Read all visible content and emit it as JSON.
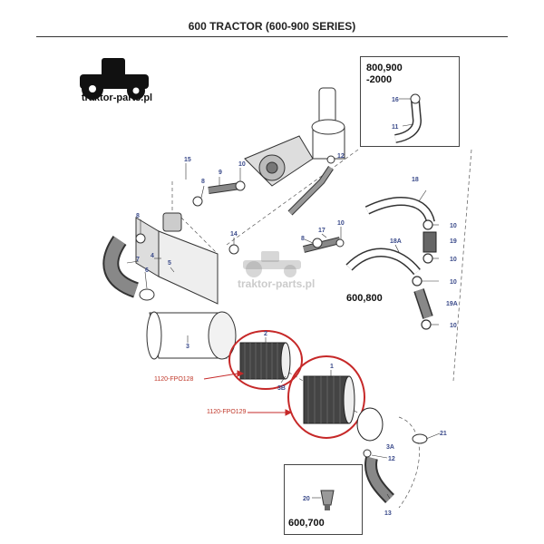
{
  "header": {
    "title": "600 TRACTOR (600-900 SERIES)"
  },
  "logo": {
    "text": "traktor-parts.pl"
  },
  "watermark": {
    "text": "traktor-parts.pl"
  },
  "insets": {
    "top_right_label": "800,900\n-2000",
    "bottom_label": "600,700",
    "right_label": "600,800"
  },
  "callouts": [
    {
      "text": "1120-FPO128"
    },
    {
      "text": "1120-FPO129"
    }
  ],
  "part_numbers": {
    "n1": "1",
    "n2": "2",
    "n3": "3",
    "n3A": "3A",
    "n3B": "3B",
    "n4": "4",
    "n5": "5",
    "n6": "6",
    "n7": "7",
    "n8a": "8",
    "n8b": "8",
    "n8c": "8",
    "n9": "9",
    "n10a": "10",
    "n10b": "10",
    "n10c": "10",
    "n10d": "10",
    "n10e": "10",
    "n10f": "10",
    "n11": "11",
    "n12a": "12",
    "n12b": "12",
    "n13": "13",
    "n14": "14",
    "n15": "15",
    "n16": "16",
    "n17": "17",
    "n18": "18",
    "n18A": "18A",
    "n19": "19",
    "n19A": "19A",
    "n20": "20",
    "n21": "21"
  },
  "colors": {
    "highlight_ring": "#c62828",
    "label_blue": "#3a4a8a"
  }
}
